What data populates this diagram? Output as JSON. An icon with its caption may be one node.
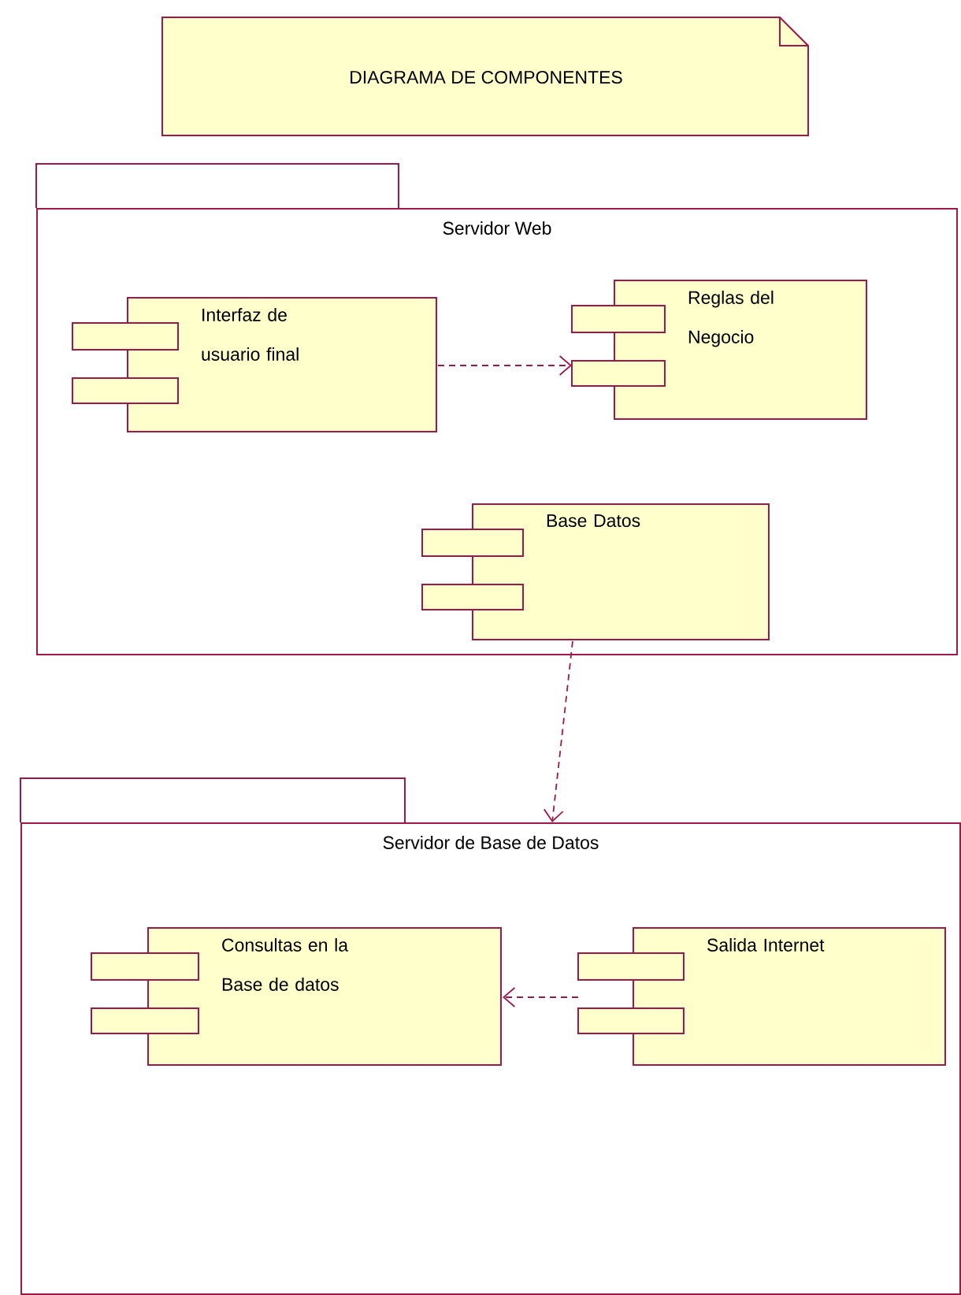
{
  "diagram": {
    "nodes": [
      {
        "text": [
          "DIAGRAMA DE COMPONENTES"
        ]
      },
      {
        "text": [
          "Servidor Web"
        ]
      },
      {
        "text": [
          "Interfaz de usuario final"
        ],
        "in": 1
      },
      {
        "text": [
          "Reglas del Negocio"
        ],
        "in": 1
      },
      {
        "text": [
          "Base Datos"
        ],
        "in": 1
      },
      {
        "text": [
          "Servidor de Base de Datos"
        ]
      },
      {
        "text": [
          "Consultas en la Base de datos"
        ],
        "in": 5
      },
      {
        "text": [
          "Salida Internet"
        ],
        "in": 5
      }
    ],
    "edges": [
      {
        "from": 2,
        "to": 3,
        "arrow": "to",
        "style": "dashed"
      },
      {
        "from": 4,
        "to": 5,
        "arrow": "to",
        "style": "dashed"
      },
      {
        "from": 7,
        "to": 6,
        "arrow": "to",
        "style": "dashed"
      }
    ]
  }
}
